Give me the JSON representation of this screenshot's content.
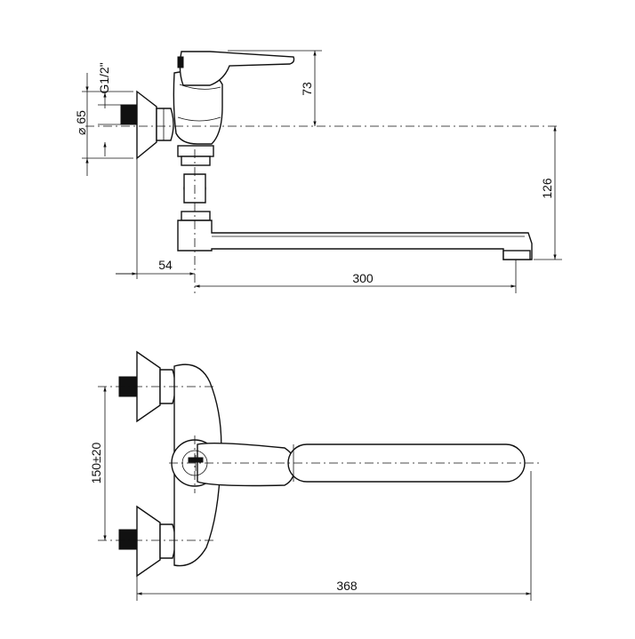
{
  "dimensions": {
    "thread": "G1/2\"",
    "diameter": "⌀ 65",
    "handle_height": "73",
    "outlet_height": "126",
    "wall_offset": "54",
    "spout_reach": "300",
    "inlet_spacing": "150±20",
    "overall_width": "368"
  }
}
